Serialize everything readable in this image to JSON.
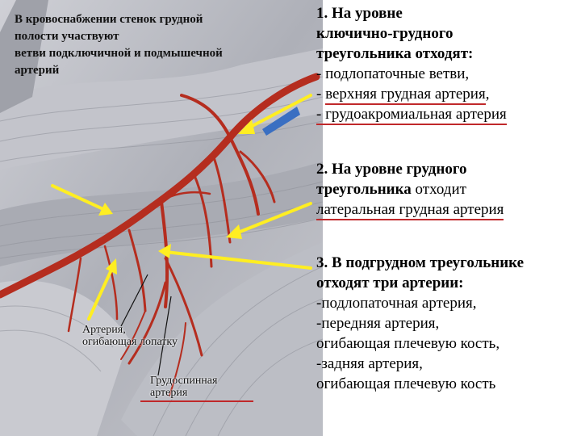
{
  "intro": {
    "line1": "В кровоснабжении стенок грудной",
    "line2": "полости участвуют",
    "line3": "ветви подключичной и подмышечной",
    "line4": "артерий"
  },
  "section1": {
    "title1": "1. На уровне",
    "title2": "ключично-грудного",
    "title3": "треугольника отходят:",
    "item1": "- подлопаточные ветви,",
    "item2_prefix": "- ",
    "item2": "верхняя грудная артерия",
    "item2_suffix": ",",
    "item3": "- грудоакромиальная артерия"
  },
  "section2": {
    "title1": "2. На уровне грудного",
    "title2_bold": "треугольника",
    "title2_rest": " отходит",
    "item1": " латеральная грудная артерия"
  },
  "section3": {
    "title1": "3. В подгрудном треугольнике",
    "title2": "отходят три артерии:",
    "item1": "-подлопаточная артерия,",
    "item2": "-передняя артерия,",
    "item3": " огибающая плечевую кость,",
    "item4": "-задняя артерия,",
    "item5": " огибающая плечевую кость"
  },
  "labels": {
    "a_line1": "Артерия,",
    "a_line2": "огибающая лопатку",
    "b_line1": "Грудоспинная",
    "b_line2": "артерия"
  },
  "colors": {
    "artery": "#b52d1f",
    "pointer": "#ffee22",
    "underline": "#c0282a",
    "muscle": "#b9bbc2",
    "vein": "#3a6fc2"
  }
}
